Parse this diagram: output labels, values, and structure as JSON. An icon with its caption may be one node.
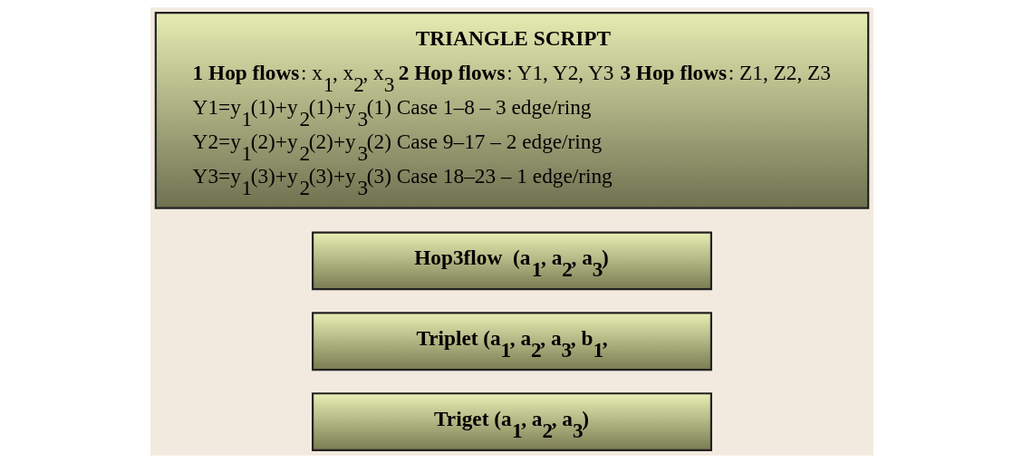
{
  "diagram": {
    "nodes": [
      {
        "text": [
          "Triget (a$_{1}$, a$_{2}$, a$_{3}$)"
        ]
      },
      {
        "text": [
          "Triplet (a$_{1}$, a$_{2}$, a$_{3}$, b$_{1}$,"
        ]
      },
      {
        "text": [
          "Hop3flow  (a$_{1}$, a$_{2}$, a$_{3}$)"
        ]
      },
      {
        "text": [
          "TRIANGLE SCRIPT",
          "**1 Hop flows**: x$_{1}$, x$_{2}$, x$_{3}$ **2 Hop flows**: Y1, Y2, Y3 **3 Hop flows**: Z1, Z2, Z3",
          "Y1=y$_{1}$(1)+y$_{2}$(1)+y$_{3}$(1) Case 1–8 – 3 edge/ring",
          "Y2=y$_{1}$(2)+y$_{2}$(2)+y$_{3}$(2) Case 9–17 – 2 edge/ring",
          "Y3=y$_{1}$(3)+y$_{2}$(3)+y$_{3}$(3) Case 18–23 – 1 edge/ring"
        ]
      }
    ],
    "edges": []
  }
}
